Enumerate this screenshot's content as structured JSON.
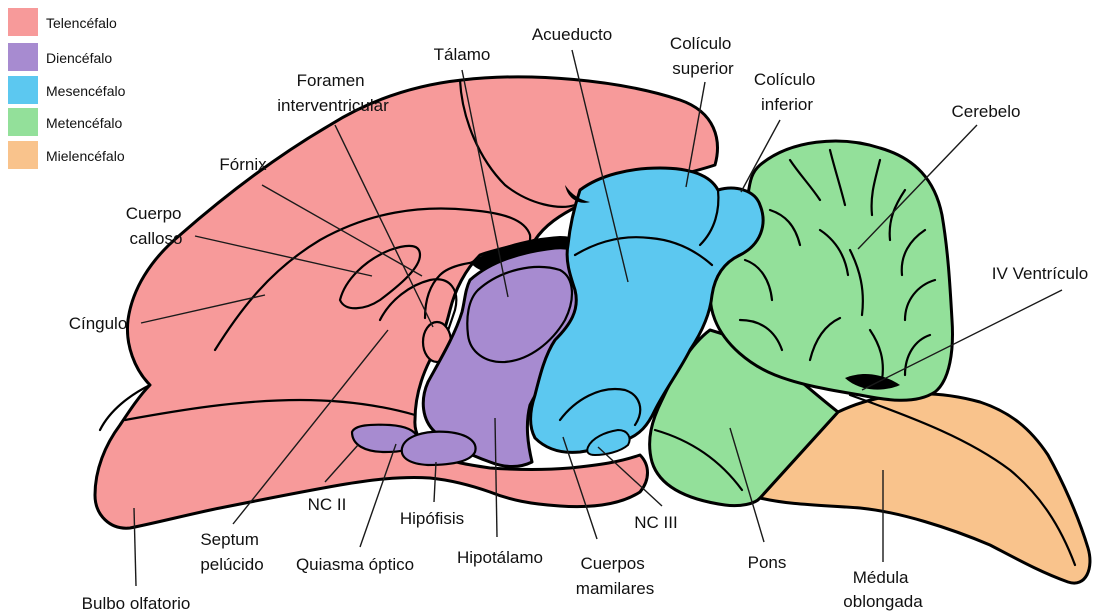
{
  "legend": [
    {
      "label": "Telencéfalo",
      "color": "#f79a9a"
    },
    {
      "label": "Diencéfalo",
      "color": "#a78bd0"
    },
    {
      "label": "Mesencéfalo",
      "color": "#5cc8f0"
    },
    {
      "label": "Metencéfalo",
      "color": "#93e09a"
    },
    {
      "label": "Mielencéfalo",
      "color": "#f9c38c"
    }
  ],
  "labels": {
    "foramen": [
      "Foramen",
      "interventricular"
    ],
    "talamo": "Tálamo",
    "acueducto": "Acueducto",
    "coliculo_superior": [
      "Colículo",
      "superior"
    ],
    "coliculo_inferior": [
      "Colículo",
      "inferior"
    ],
    "cerebelo": "Cerebelo",
    "fornix": "Fórnix",
    "cuerpo_calloso": [
      "Cuerpo",
      "calloso"
    ],
    "cingulo": "Cíngulo",
    "iv_ventriculo": "IV Ventrículo",
    "nc_ii": "NC II",
    "nc_iii": "NC III",
    "hipofisis": "Hipófisis",
    "septum": [
      "Septum",
      "pelúcido"
    ],
    "quiasma": "Quiasma óptico",
    "hipotalamo": "Hipotálamo",
    "cuerpos_mamilares": [
      "Cuerpos",
      "mamilares"
    ],
    "pons": "Pons",
    "medula": [
      "Médula",
      "oblongada"
    ],
    "bulbo": "Bulbo olfatorio"
  }
}
